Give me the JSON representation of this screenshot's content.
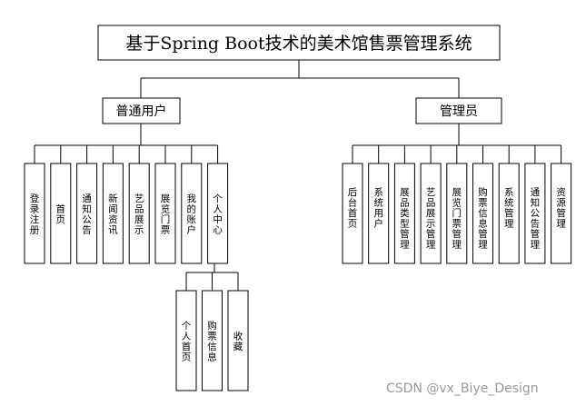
{
  "title": "基于Spring Boot技术的美术馆售票管理系统",
  "user_group": {
    "label": "普通用户",
    "children": [
      "登录注册",
      "首页",
      "通知公告",
      "新闻资讯",
      "艺品展示",
      "展览门票",
      "我的账户",
      "个人中心"
    ],
    "personal_center": {
      "label": "个人中心",
      "children": [
        "个人首页",
        "购票信息",
        "收藏"
      ]
    }
  },
  "admin_group": {
    "label": "管理员",
    "children": [
      "后台首页",
      "系统用户",
      "展品类型管理",
      "艺品展示管理",
      "展览门票管理",
      "购票信息管理",
      "系统管理",
      "通知公告管理",
      "资源管理"
    ]
  },
  "watermark": "CSDN @vx_Biye_Design"
}
